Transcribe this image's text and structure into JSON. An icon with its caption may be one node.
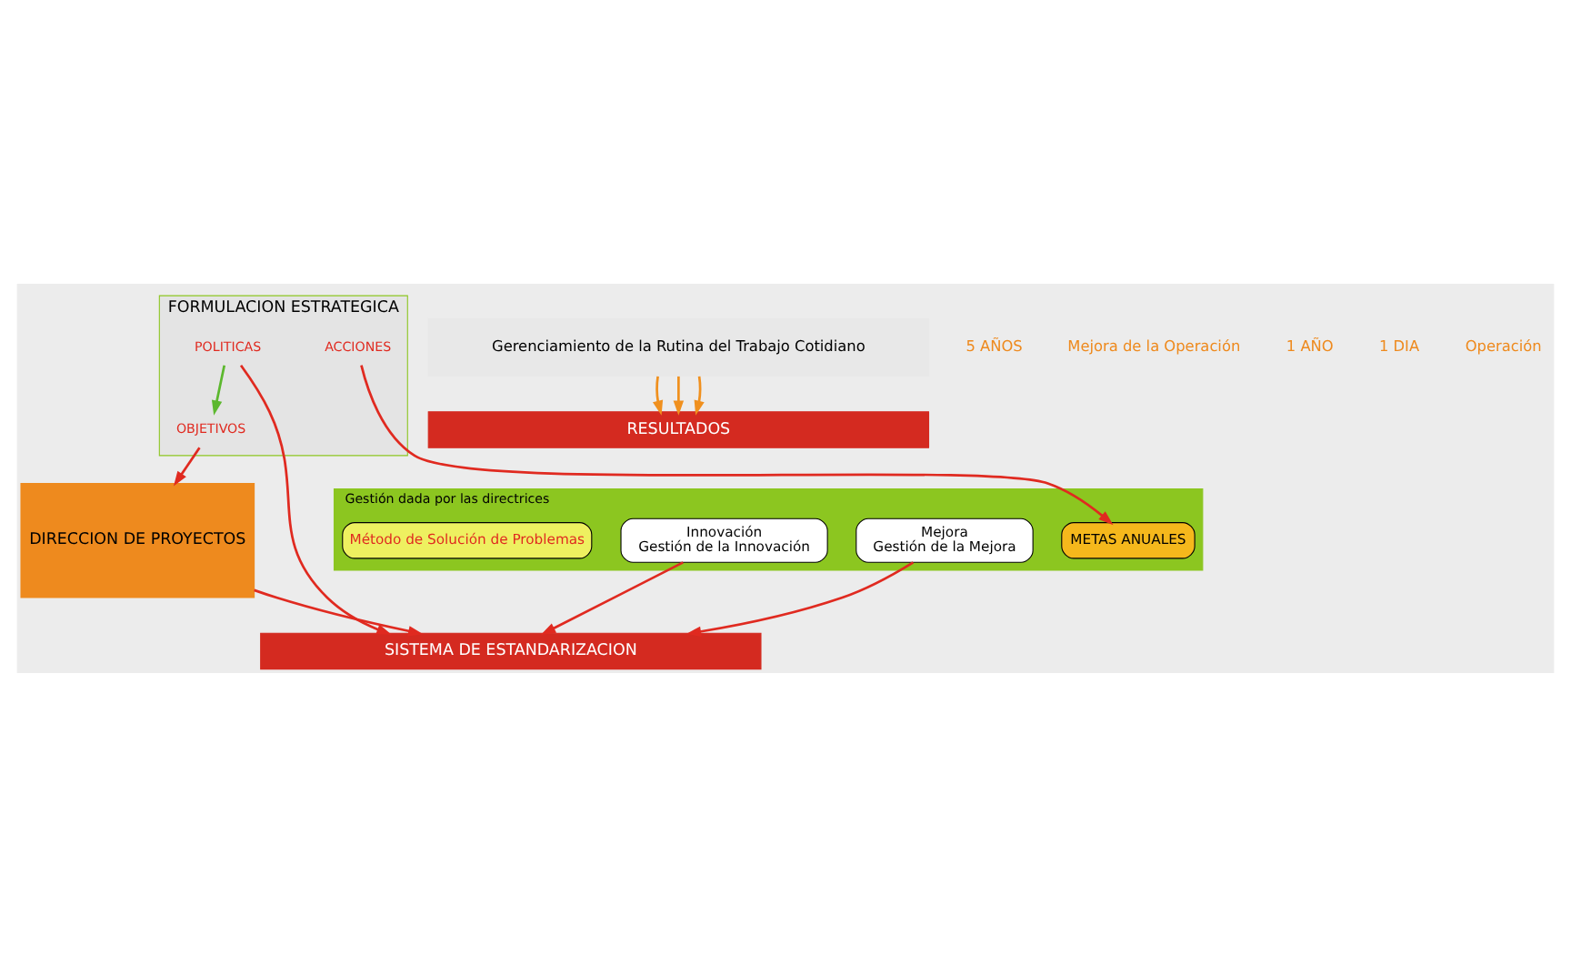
{
  "diagram": {
    "nodes": [
      {
        "text": [
          "FORMULACION ESTRATEGICA"
        ]
      },
      {
        "text": [
          "POLITICAS"
        ],
        "in": 0
      },
      {
        "text": [
          "OBJETIVOS"
        ],
        "in": 0
      },
      {
        "text": [
          "ACCIONES"
        ],
        "in": 0
      },
      {
        "text": [
          "Gestión dada por las directrices"
        ]
      },
      {
        "text": [
          "METAS ANUALES"
        ],
        "in": 4
      },
      {
        "text": [
          "Mejora",
          "Gestión de la Mejora"
        ],
        "in": 4
      },
      {
        "text": [
          "Innovación",
          "Gestión de la Innovación"
        ],
        "in": 4
      },
      {
        "text": [
          "Método de Solución de Problemas"
        ],
        "in": 4
      },
      {
        "text": [
          "DIRECCION DE PROYECTOS"
        ]
      },
      {
        "text": [
          "SISTEMA DE ESTANDARIZACION"
        ]
      },
      {
        "text": [
          "Gerenciamiento de la Rutina del Trabajo Cotidiano"
        ]
      },
      {
        "text": [
          "RESULTADOS"
        ]
      }
    ],
    "edges": [
      {
        "from": 1,
        "to": 2,
        "arrow": "to",
        "color": "#5cb82e"
      },
      {
        "from": 3,
        "to": 5,
        "arrow": "to"
      },
      {
        "from": 2,
        "to": 9,
        "arrow": "to"
      },
      {
        "from": 1,
        "to": 10,
        "arrow": "to"
      },
      {
        "from": 6,
        "to": 10,
        "arrow": "to"
      },
      {
        "from": 7,
        "to": 10,
        "arrow": "to"
      },
      {
        "from": 9,
        "to": 10,
        "arrow": "to"
      },
      {
        "from": 11,
        "to": 12,
        "arrow": "to",
        "color": "#f0901e"
      },
      {
        "from": 11,
        "to": 12,
        "arrow": "to",
        "color": "#f0901e"
      },
      {
        "from": 11,
        "to": 12,
        "arrow": "to",
        "color": "#f0901e"
      }
    ],
    "labels": [
      "5 AÑOS",
      "Mejora de la Operación",
      "1 AÑO",
      "1 DIA",
      "Operación"
    ]
  }
}
